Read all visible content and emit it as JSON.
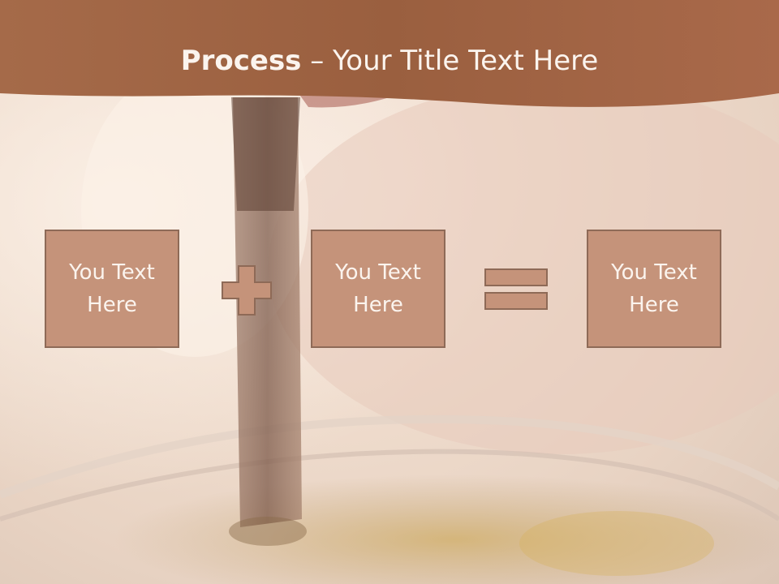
{
  "slide": {
    "title_bold": "Process",
    "title_rest": " – Your Title Text Here",
    "boxes": [
      {
        "text": "You Text Here"
      },
      {
        "text": "You Text Here"
      },
      {
        "text": "You Text Here"
      }
    ]
  },
  "colors": {
    "header": "#9c5f3e",
    "box_fill": "#c5937a",
    "box_border": "#8e6a57",
    "text": "#fbf4ee"
  },
  "icons": [
    "plus-icon",
    "equals-icon"
  ]
}
